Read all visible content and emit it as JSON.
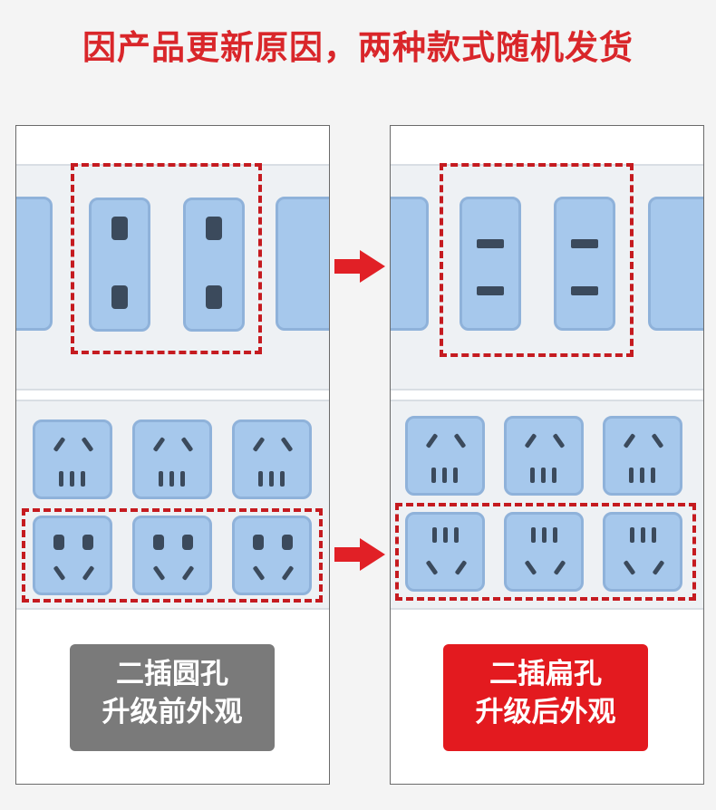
{
  "headline": "因产品更新原因，两种款式随机发货",
  "panels": {
    "before": {
      "label_line1": "二插圆孔",
      "label_line2": "升级前外观"
    },
    "after": {
      "label_line1": "二插扁孔",
      "label_line2": "升级后外观"
    }
  },
  "colors": {
    "headline": "#d9262a",
    "dash_highlight": "#c51b20",
    "outlet": "#a6c8ec",
    "label_before_bg": "#7a7a7a",
    "label_after_bg": "#e31a1f",
    "arrow": "#e12026"
  },
  "icons": [
    "red-arrow-right-icon",
    "two-pin-round-socket-icon",
    "two-pin-flat-socket-icon",
    "three-pin-socket-icon"
  ]
}
